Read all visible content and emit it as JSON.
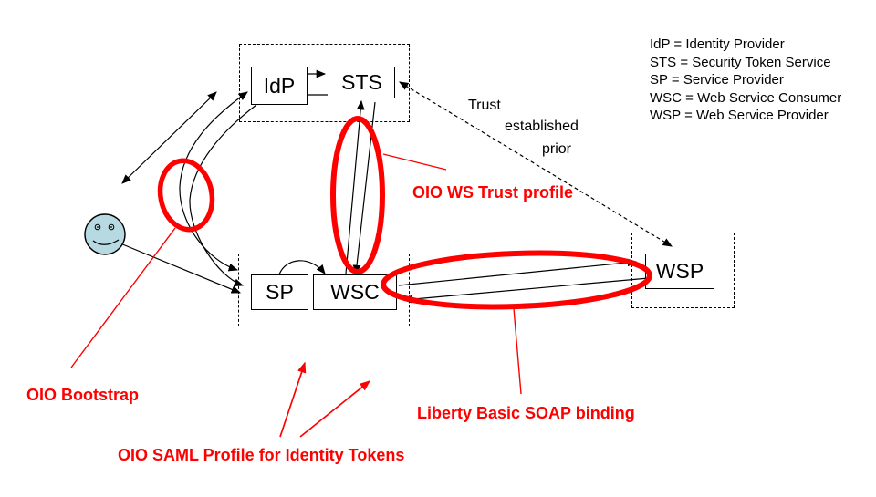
{
  "nodes": {
    "idp": {
      "label": "IdP"
    },
    "sts": {
      "label": "STS"
    },
    "sp": {
      "label": "SP"
    },
    "wsc": {
      "label": "WSC"
    },
    "wsp": {
      "label": "WSP"
    }
  },
  "trust_note": {
    "line1": "Trust",
    "line2": "established",
    "line3": "prior"
  },
  "highlights": {
    "ws_trust_label": "OIO WS Trust profile",
    "bootstrap_label": "OIO Bootstrap",
    "saml_label": "OIO SAML Profile for Identity Tokens",
    "soap_label": "Liberty Basic SOAP binding"
  },
  "legend": {
    "items": [
      "IdP = Identity Provider",
      "STS = Security Token Service",
      "SP = Service Provider",
      "WSC = Web Service Consumer",
      "WSP = Web Service Provider"
    ]
  },
  "colors": {
    "highlight": "#ff0000",
    "connector": "#000000",
    "smiley_fill": "#b6d9e2"
  }
}
